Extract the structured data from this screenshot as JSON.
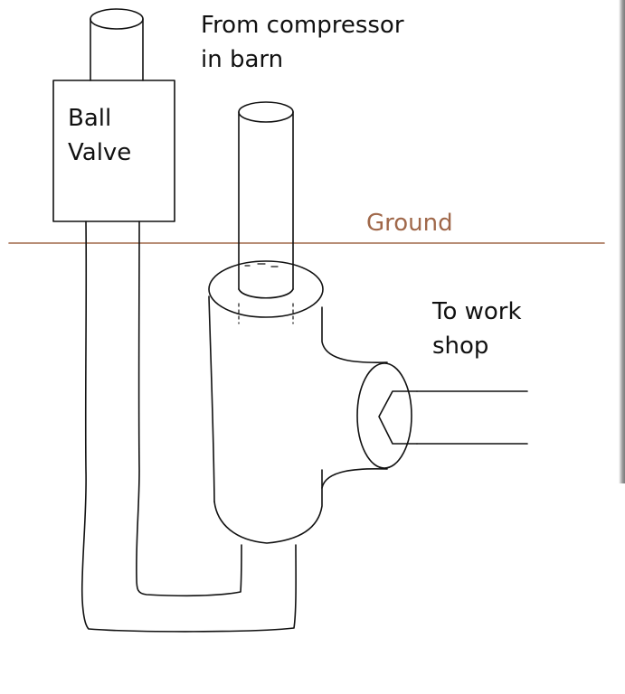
{
  "labels": {
    "compressor": [
      "From compressor",
      "in barn"
    ],
    "valve": [
      "Ball",
      "Valve"
    ],
    "ground": "Ground",
    "workshop": [
      "To work",
      "shop"
    ]
  },
  "colors": {
    "ink": "#111111",
    "ground": "#a0684a",
    "background": "#ffffff"
  }
}
